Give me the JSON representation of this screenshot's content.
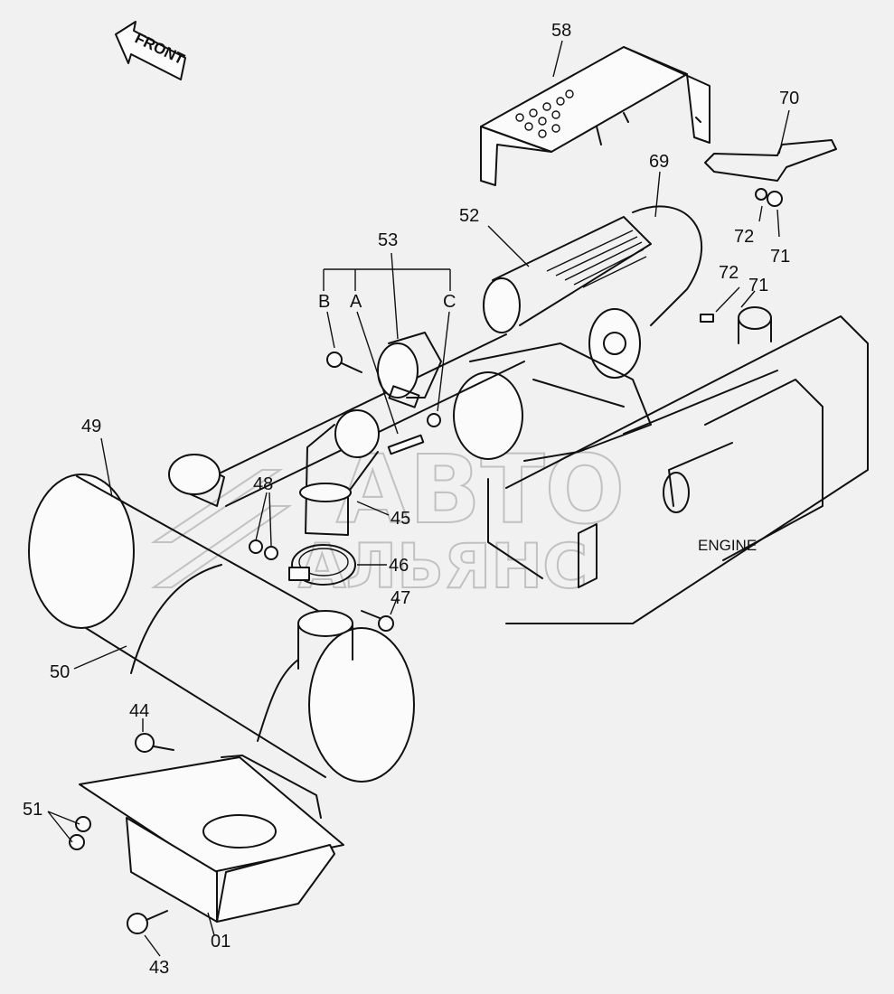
{
  "front_arrow": "FRONT",
  "engine_label": "ENGINE",
  "watermark": {
    "line1": "АВТО",
    "line2": "АЛЬЯНС"
  },
  "callouts": {
    "c58": "58",
    "c70": "70",
    "c69": "69",
    "c52": "52",
    "c72a": "72",
    "c71a": "71",
    "c72b": "72",
    "c71b": "71",
    "c53": "53",
    "cB": "B",
    "cA": "A",
    "cC": "C",
    "c49": "49",
    "c48": "48",
    "c45": "45",
    "c46": "46",
    "c47": "47",
    "c50": "50",
    "c44": "44",
    "c51": "51",
    "c01": "01",
    "c43": "43"
  }
}
